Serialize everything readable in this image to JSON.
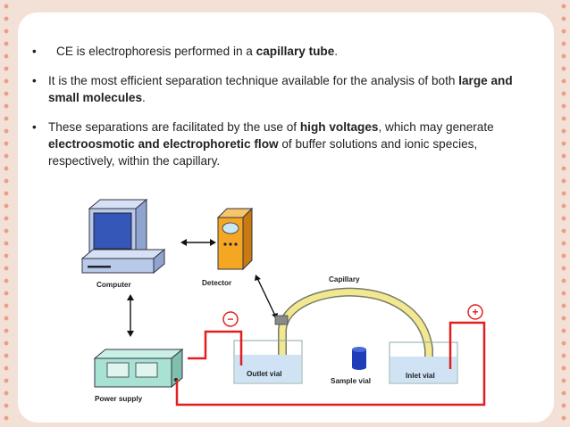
{
  "slide": {
    "bullet_char": "•",
    "bullets": [
      {
        "p1": "CE is electrophoresis performed in a ",
        "b1": "capillary tube",
        "p2": "."
      },
      {
        "p1": "It is the most efficient separation technique available for the analysis of both ",
        "b1": "large and small molecules",
        "p2": "."
      },
      {
        "p1": "These separations are facilitated by the use of ",
        "b1": "high voltages",
        "p2": ", which may generate ",
        "b2": "electroosmotic and electrophoretic flow",
        "p3": " of buffer solutions and ionic species, respectively, within the capillary."
      }
    ]
  },
  "diagram": {
    "labels": {
      "computer": "Computer",
      "detector": "Detector",
      "capillary": "Capillary",
      "power_supply": "Power supply",
      "outlet_vial": "Outlet vial",
      "sample_vial": "Sample vial",
      "inlet_vial": "Inlet vial"
    },
    "minus": "−",
    "plus": "+",
    "colors": {
      "wire": "#e02020",
      "capillary": "#f2e890",
      "computer": "#b9c9e8",
      "detector": "#f5a623",
      "sample_vial": "#1f3db8",
      "buffer": "#cfe3f5"
    }
  }
}
